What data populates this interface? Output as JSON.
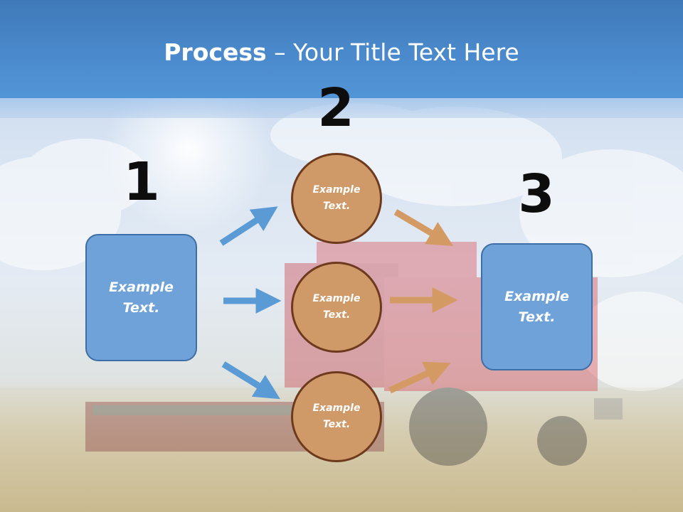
{
  "title": {
    "bold": "Process",
    "rest": " – Your Title Text Here"
  },
  "numbers": [
    "1",
    "2",
    "3"
  ],
  "left_box": {
    "text": "Example Text."
  },
  "right_box": {
    "text": "Example Text."
  },
  "circles": [
    {
      "text": "Example Text."
    },
    {
      "text": "Example Text."
    },
    {
      "text": "Example Text."
    }
  ],
  "colors": {
    "title_bar": "#4b8bcd",
    "box_fill": "#6fa2d8",
    "box_border": "#3d6fa6",
    "circle_fill": "#cf9a68",
    "circle_border": "#6e3a1d",
    "arrow_blue": "#5b9bd5",
    "arrow_orange": "#d39a63"
  }
}
